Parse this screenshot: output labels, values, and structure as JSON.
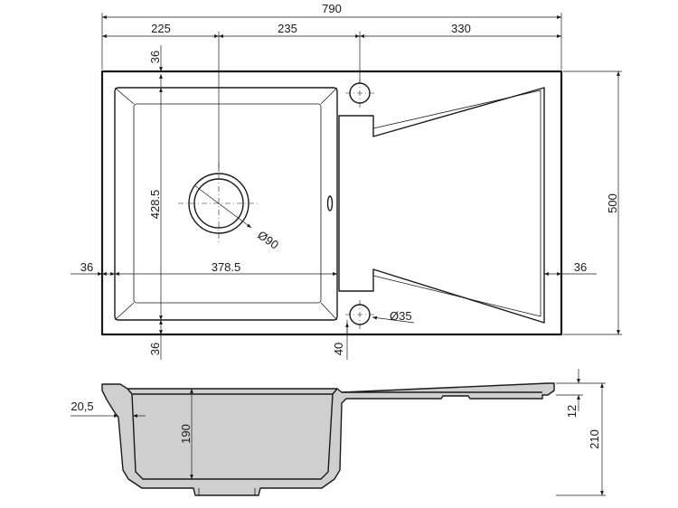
{
  "dimensions": {
    "total_length": "790",
    "bowl_offset": "225",
    "bowl_to_tap": "235",
    "drainer_length": "330",
    "total_width": "500",
    "top_rim": "36",
    "bottom_rim": "36",
    "left_rim": "36",
    "right_rim": "36",
    "bowl_width": "378.5",
    "bowl_height": "428.5",
    "drain_diameter": "Ø90",
    "tap_hole_diameter": "Ø35",
    "tap_hole_offset": "40",
    "rim_thickness": "20,5",
    "bowl_depth": "190",
    "total_height": "210",
    "drainer_thickness": "12"
  }
}
